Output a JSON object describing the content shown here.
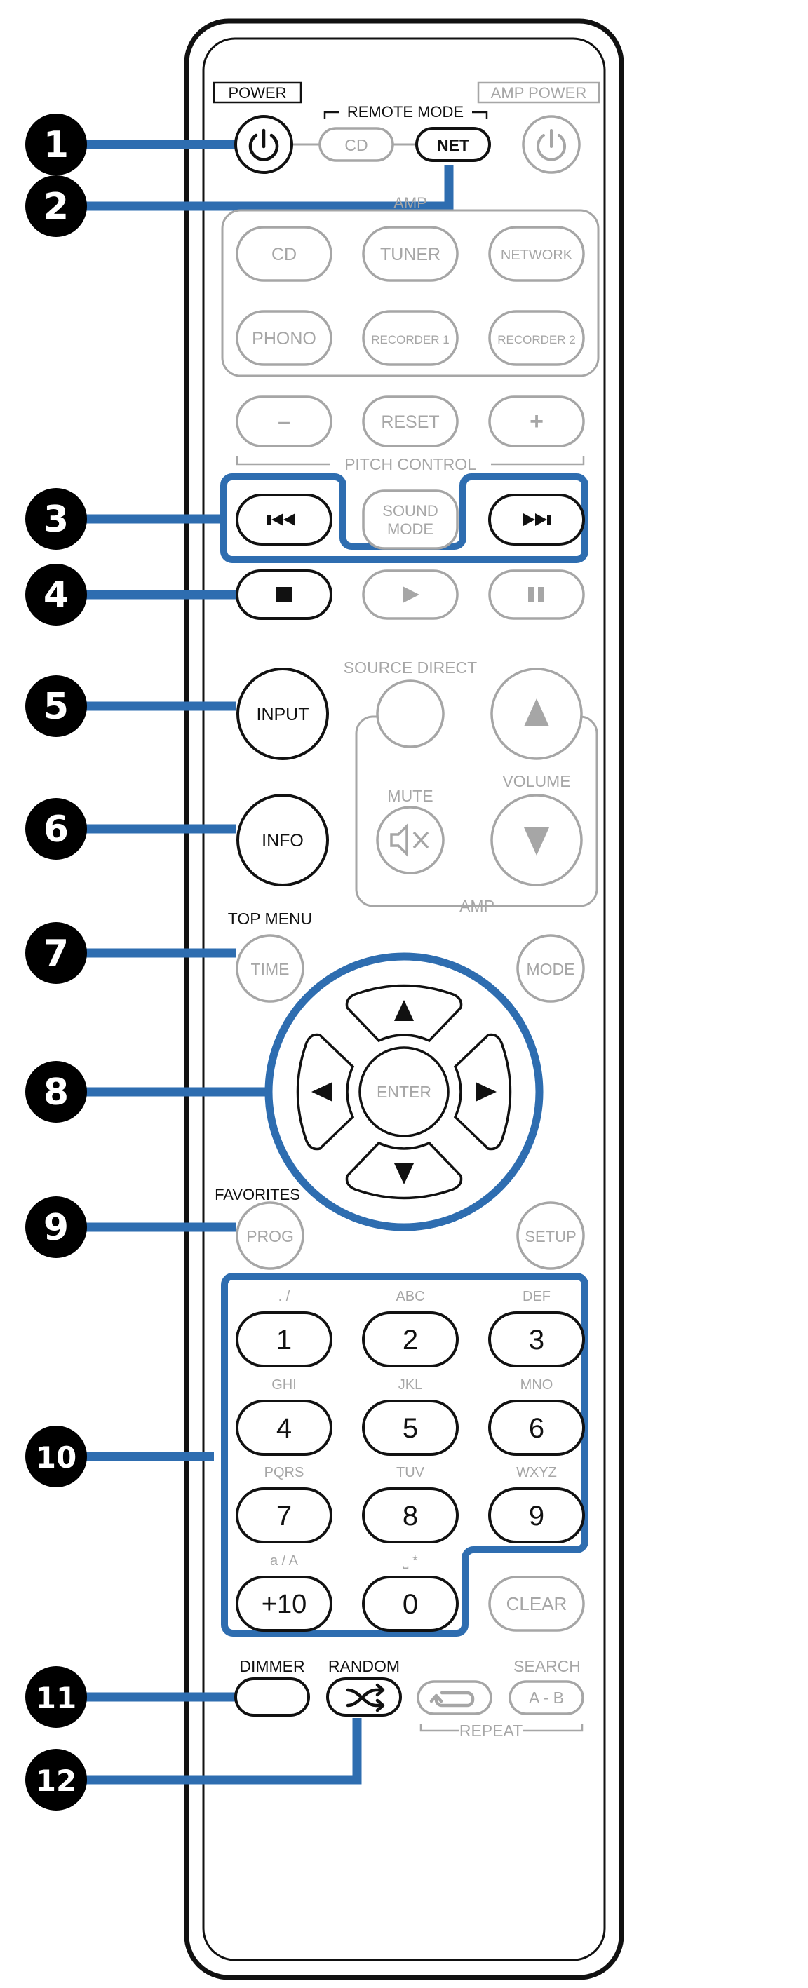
{
  "colors": {
    "accent_blue": "#2e6db0",
    "active": "#111111",
    "inactive": "#a6a6a6",
    "callout_fill": "#000000",
    "callout_text": "#ffffff"
  },
  "header": {
    "power": "POWER",
    "remote_mode": "REMOTE MODE",
    "amp_power": "AMP POWER"
  },
  "buttons": {
    "cd_mode": "CD",
    "net_mode": "NET",
    "amp_section": "AMP",
    "cd": "CD",
    "tuner": "TUNER",
    "network": "NETWORK",
    "phono": "PHONO",
    "recorder1": "RECORDER 1",
    "recorder2": "RECORDER 2",
    "minus": "–",
    "reset": "RESET",
    "plus": "+",
    "pitch_control": "PITCH CONTROL",
    "sound_line1": "SOUND",
    "sound_line2": "MODE",
    "source_direct": "SOURCE DIRECT",
    "input": "INPUT",
    "info": "INFO",
    "mute": "MUTE",
    "volume": "VOLUME",
    "amp_bottom": "AMP",
    "top_menu": "TOP MENU",
    "time": "TIME",
    "mode": "MODE",
    "enter": "ENTER",
    "favorites": "FAVORITES",
    "prog": "PROG",
    "setup": "SETUP",
    "clear": "CLEAR",
    "dimmer": "DIMMER",
    "random": "RANDOM",
    "search": "SEARCH",
    "ab": "A - B",
    "repeat": "REPEAT"
  },
  "icons": {
    "skip_back": "⏮",
    "skip_forward": "⏭",
    "stop": "■",
    "play": "▶",
    "pause": "⏸",
    "up": "▲",
    "down": "▼",
    "left": "◀",
    "right": "▶",
    "mute": "🔇",
    "random": "⤨",
    "repeat": "↻"
  },
  "keypad": [
    {
      "digit": "1",
      "letters": ". /"
    },
    {
      "digit": "2",
      "letters": "ABC"
    },
    {
      "digit": "3",
      "letters": "DEF"
    },
    {
      "digit": "4",
      "letters": "GHI"
    },
    {
      "digit": "5",
      "letters": "JKL"
    },
    {
      "digit": "6",
      "letters": "MNO"
    },
    {
      "digit": "7",
      "letters": "PQRS"
    },
    {
      "digit": "8",
      "letters": "TUV"
    },
    {
      "digit": "9",
      "letters": "WXYZ"
    },
    {
      "digit": "+10",
      "letters": "a / A"
    },
    {
      "digit": "0",
      "letters": "⎵ *"
    }
  ],
  "callouts": [
    "1",
    "2",
    "3",
    "4",
    "5",
    "6",
    "7",
    "8",
    "9",
    "10",
    "11",
    "12"
  ]
}
